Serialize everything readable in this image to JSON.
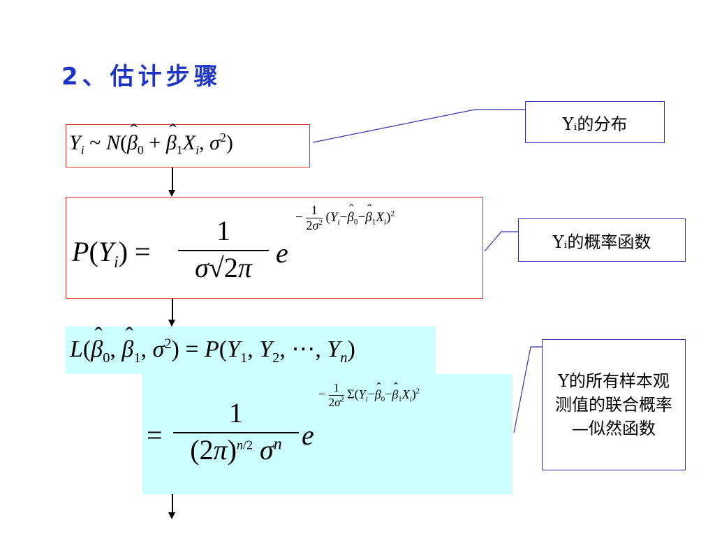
{
  "title": "2、估计步骤",
  "callouts": {
    "dist": "Yᵢ的分布",
    "prob": "Yᵢ的概率函数",
    "likelihood": "Y的所有样本观测值的联合概率—似然函数"
  },
  "formulas": {
    "f1": "Yi ~ N(β̂0 + β̂1 Xi , σ²)",
    "f2": "P(Yi) = 1/(σ√2π) e^(−1/(2σ²)(Yi−β̂0−β̂1Xi)²)",
    "f3a": "L(β̂0, β̂1, σ²) = P(Y1, Y2, ⋯, Yn)",
    "f3b": "= 1/((2π)^(n/2) σ^n) e^(−1/(2σ²) Σ(Yi−β̂0−β̂1Xi)²)"
  },
  "colors": {
    "title": "#1c34c8",
    "red_border": "#e0302c",
    "blue_border": "#3232b4",
    "cyan": "#ccffff"
  }
}
